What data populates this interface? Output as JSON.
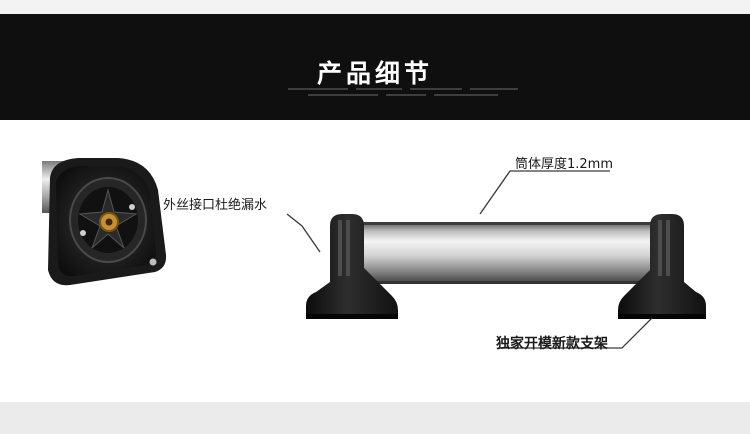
{
  "banner": {
    "title": "产品细节"
  },
  "callouts": {
    "thread_port": "外丝接口杜绝漏水",
    "wall_thickness": "筒体厚度1.2mm",
    "bracket": "独家开模新款支架"
  },
  "colors": {
    "banner_bg": "#0f0f0f",
    "banner_text": "#ffffff",
    "bracket": "#1c1c1c",
    "brass": "#c8902e"
  }
}
